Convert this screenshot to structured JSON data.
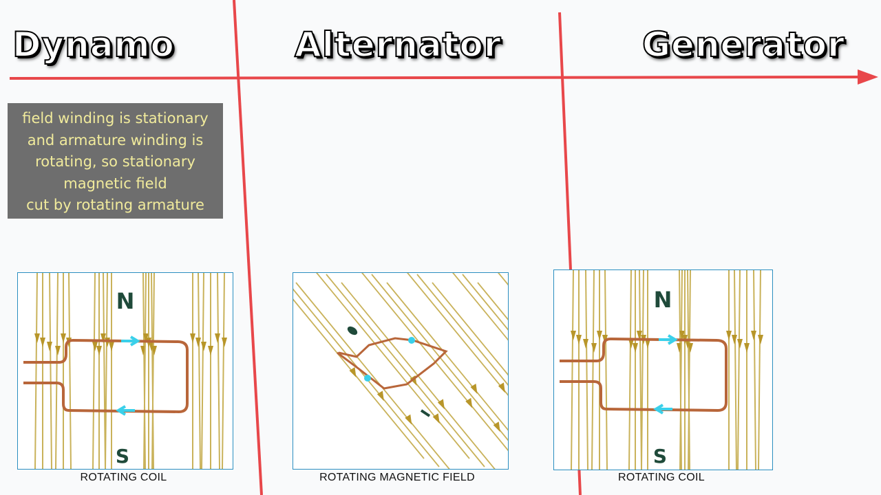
{
  "headings": {
    "dynamo": "Dynamo",
    "alternator": "Alternator",
    "generator": "Generator"
  },
  "dynamo_note": "field winding is stationary\nand armature winding is\nrotating, so stationary\nmagnetic field\ncut by rotating armature",
  "panels": {
    "dynamo": {
      "pole_top": "N",
      "pole_bottom": "S",
      "caption": "ROTATING COIL"
    },
    "alternator": {
      "caption": "ROTATING MAGNETIC FIELD"
    },
    "generator": {
      "pole_top": "N",
      "pole_bottom": "S",
      "caption": "ROTATING COIL"
    }
  },
  "colors": {
    "axis_line": "#e8474a",
    "field_line": "#c9b25a",
    "field_arrow": "#b8962a",
    "coil": "#b8663a",
    "current_arrow": "#3ad0ea",
    "pole_label": "#1f4a3a",
    "note_bg": "#6e6e6e",
    "note_text": "#f1eb9c",
    "panel_border": "#2a8ec0"
  }
}
